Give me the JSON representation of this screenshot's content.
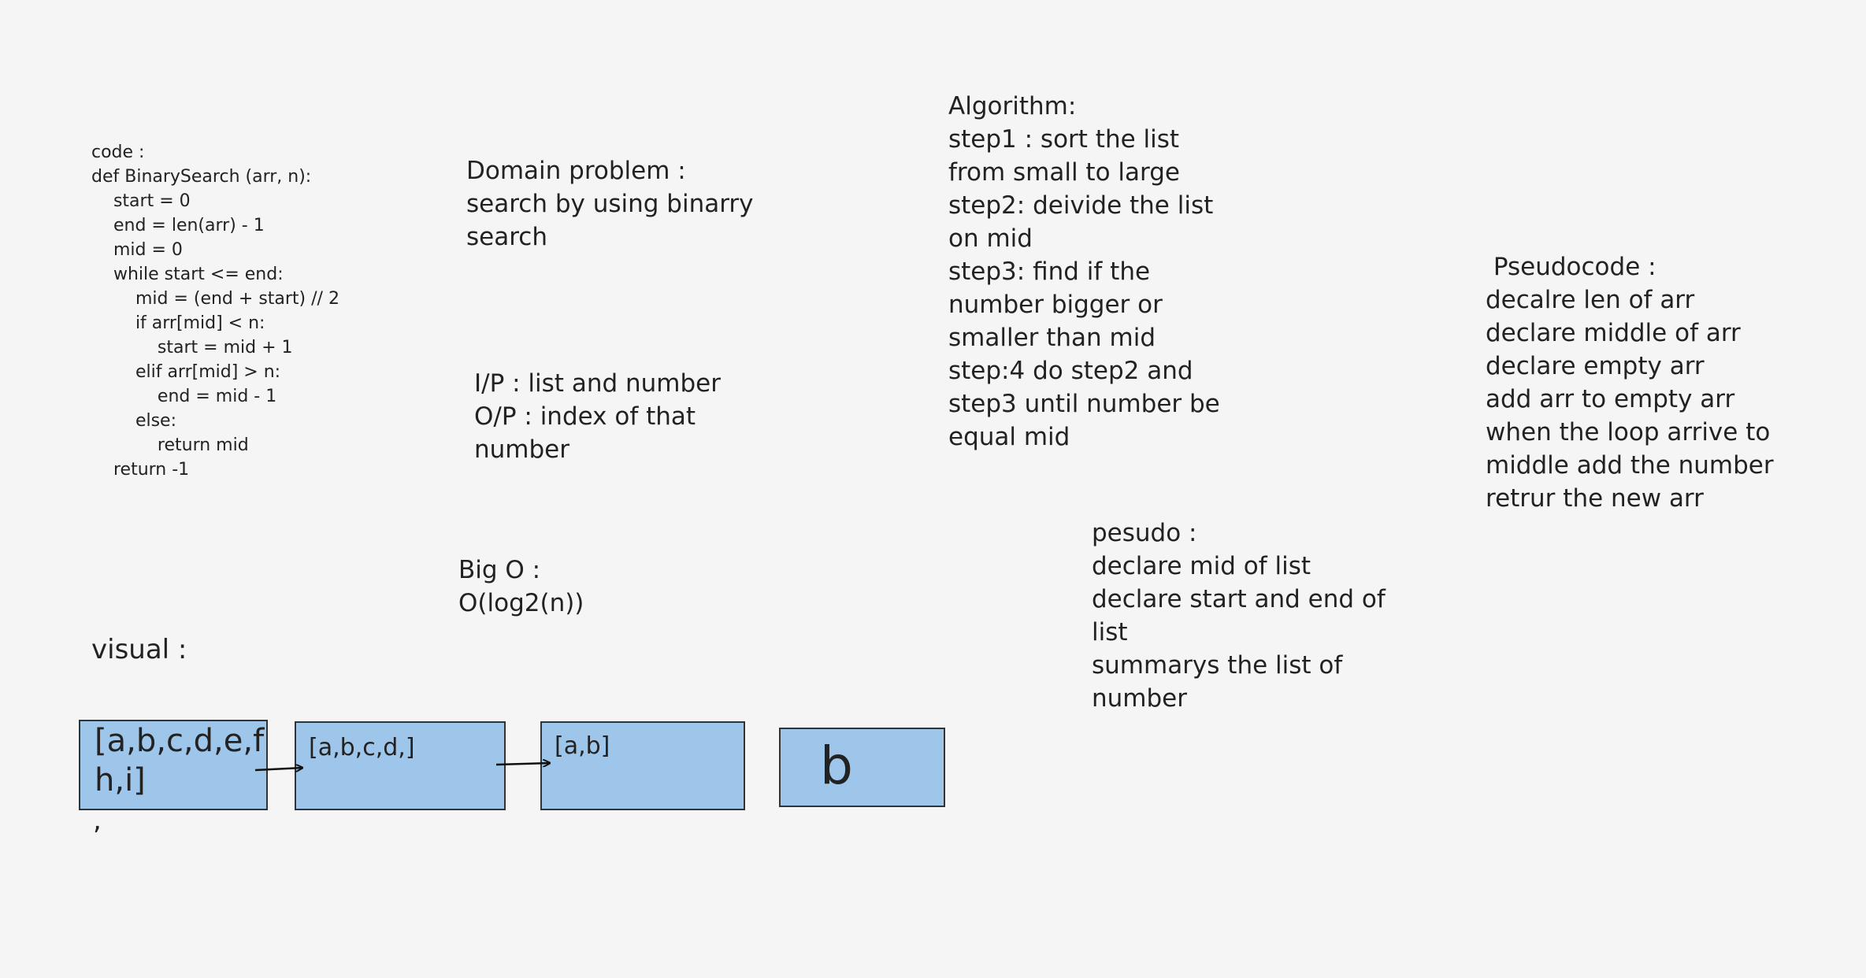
{
  "code": {
    "lines": [
      "code :",
      "def BinarySearch (arr, n):",
      "    start = 0",
      "    end = len(arr) - 1",
      "    mid = 0",
      "",
      "    while start <= end:",
      "        mid = (end + start) // 2",
      "        if arr[mid] < n:",
      "            start = mid + 1",
      "        elif arr[mid] > n:",
      "            end = mid - 1",
      "        else:",
      "            return mid",
      "    return -1"
    ]
  },
  "domain": {
    "lines": [
      "Domain problem :",
      "search by using binarry",
      "search"
    ]
  },
  "io": {
    "lines": [
      "I/P : list and number",
      "O/P : index of that",
      "number"
    ]
  },
  "algorithm": {
    "lines": [
      "Algorithm:",
      "step1 : sort the list",
      "from small to large",
      "step2: deivide the list",
      "on mid",
      "step3: find if the",
      "number bigger or",
      "smaller than mid",
      "step:4 do step2 and",
      "step3 until number be",
      "equal mid"
    ]
  },
  "pseudocode": {
    "lines": [
      " Pseudocode :",
      "decalre len of arr",
      "declare middle of arr",
      "declare empty arr",
      "add arr to empty arr",
      "when the loop arrive to",
      "middle add the number",
      "retrur the new arr"
    ]
  },
  "pesudo": {
    "lines": [
      "pesudo :",
      "declare mid of list",
      "declare start and end of",
      "list",
      "summarys the list of",
      "number"
    ]
  },
  "bigo": {
    "lines": [
      "Big O :",
      "O(log2(n))"
    ]
  },
  "visual": {
    "label": "visual :",
    "stray_mark": ",",
    "box_color": "#9dc6ea",
    "boxes": [
      {
        "text": "[a,b,c,d,e,f,\nh,i]"
      },
      {
        "text": "[a,b,c,d,]"
      },
      {
        "text": "[a,b]"
      },
      {
        "text": "b"
      }
    ]
  }
}
